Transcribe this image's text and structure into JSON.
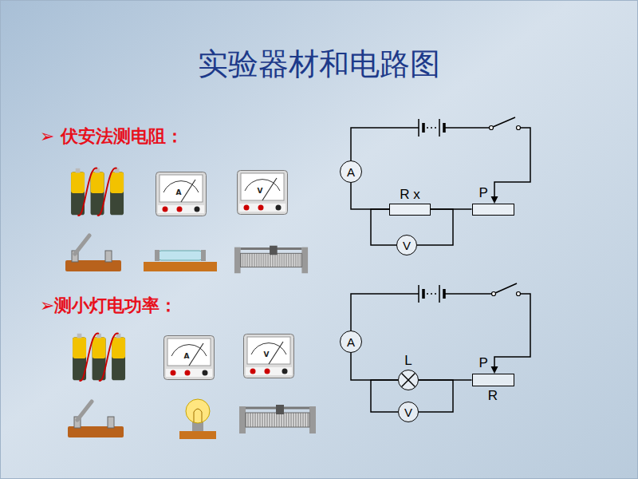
{
  "diagram": {
    "title": "实验器材和电路图",
    "nodes": [
      {
        "text": [
          "A"
        ]
      },
      {
        "text": [
          "R x"
        ]
      },
      {
        "text": [
          "P"
        ]
      },
      {
        "text": [
          "V"
        ]
      },
      {
        "text": [
          "A"
        ]
      },
      {
        "text": [
          "L"
        ]
      },
      {
        "text": [
          "P",
          "R"
        ]
      },
      {
        "text": [
          "V"
        ]
      }
    ],
    "edges": [
      {
        "from": 0,
        "to": 1,
        "arrow": "none"
      },
      {
        "from": 1,
        "to": 2,
        "arrow": "none"
      },
      {
        "from": 3,
        "to": 1,
        "arrow": "none"
      },
      {
        "from": 3,
        "to": 1,
        "arrow": "none"
      },
      {
        "from": 4,
        "to": 5,
        "arrow": "none"
      },
      {
        "from": 5,
        "to": 6,
        "arrow": "none"
      },
      {
        "from": 7,
        "to": 5,
        "arrow": "none"
      },
      {
        "from": 7,
        "to": 5,
        "arrow": "none"
      }
    ],
    "labels": [
      "➢ 伏安法测电阻：",
      "➢测小灯电功率：",
      "A",
      "V",
      "A",
      "V"
    ]
  }
}
